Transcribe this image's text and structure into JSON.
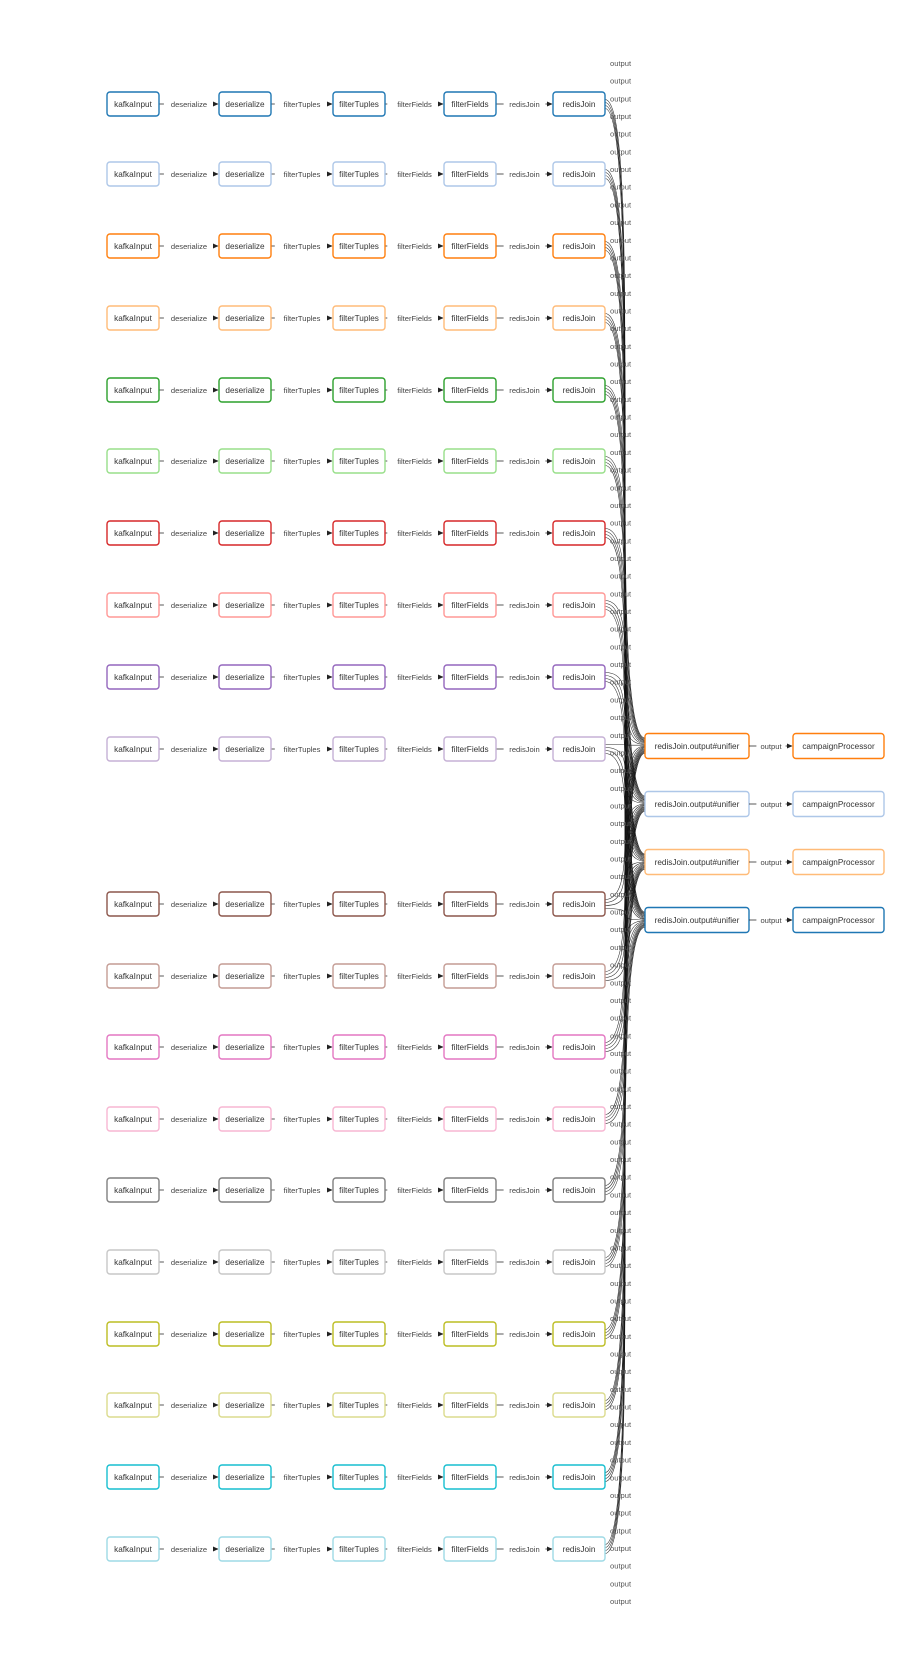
{
  "diagram": {
    "chain_nodes": [
      "kafkaInput",
      "deserialize",
      "filterTuples",
      "filterFields",
      "redisJoin"
    ],
    "chain_edges": [
      "deserialize",
      "filterTuples",
      "filterFields",
      "redisJoin"
    ],
    "output_edge_label": "output",
    "unifier_label": "redisJoin.output#unifier",
    "unifier_edge_label": "output",
    "sink_label": "campaignProcessor",
    "pipelines": [
      {
        "color": "#1f77b4"
      },
      {
        "color": "#aec7e8"
      },
      {
        "color": "#ff7f0e"
      },
      {
        "color": "#ffbb78"
      },
      {
        "color": "#2ca02c"
      },
      {
        "color": "#98df8a"
      },
      {
        "color": "#d62728"
      },
      {
        "color": "#ff9896"
      },
      {
        "color": "#9467bd"
      },
      {
        "color": "#c5b0d5"
      },
      {
        "color": "#8c564b"
      },
      {
        "color": "#c49c94"
      },
      {
        "color": "#e377c2"
      },
      {
        "color": "#f7b6d2"
      },
      {
        "color": "#7f7f7f"
      },
      {
        "color": "#c7c7c7"
      },
      {
        "color": "#bcbd22"
      },
      {
        "color": "#dbdb8d"
      },
      {
        "color": "#17becf"
      },
      {
        "color": "#9edae5"
      }
    ],
    "unifiers": [
      {
        "color": "#ff7f0e"
      },
      {
        "color": "#aec7e8"
      },
      {
        "color": "#ffbb78"
      },
      {
        "color": "#1f77b4"
      }
    ]
  }
}
